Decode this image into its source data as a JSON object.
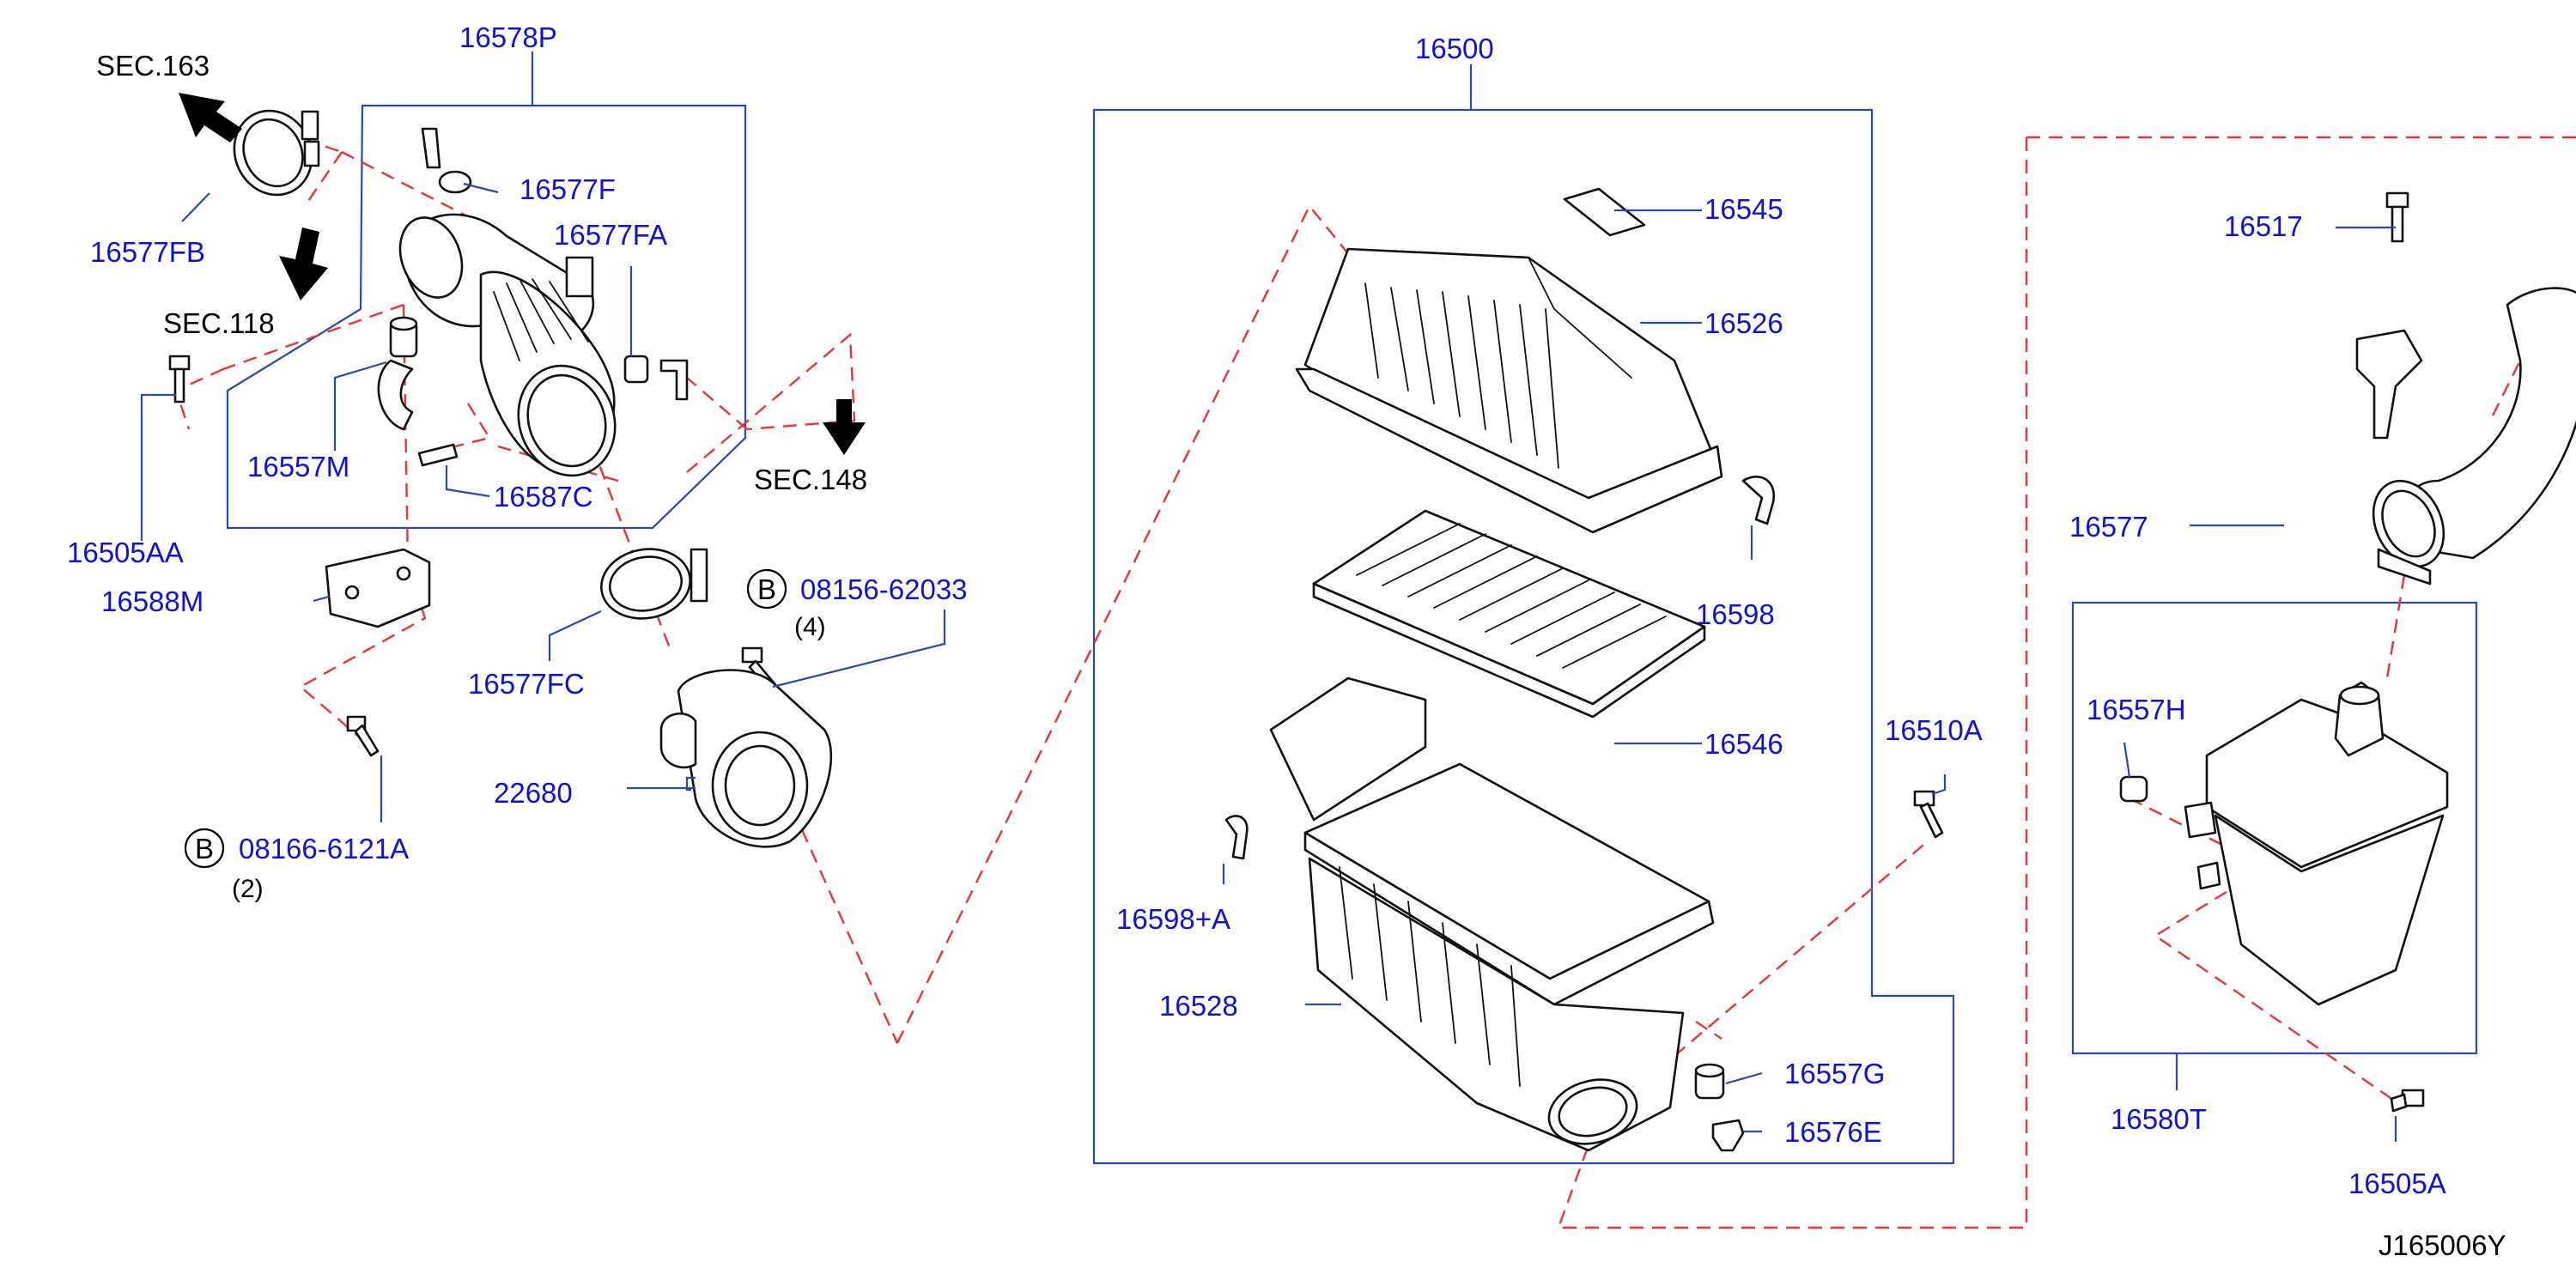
{
  "diagram_code": "J165006Y",
  "sections": {
    "sec163": "SEC.163",
    "sec118": "SEC.118",
    "sec148": "SEC.148"
  },
  "parts": {
    "p16578P": "16578P",
    "p16577F": "16577F",
    "p16577FA": "16577FA",
    "p16577FB": "16577FB",
    "p16557M": "16557M",
    "p16587C": "16587C",
    "p16505AA": "16505AA",
    "p16588M": "16588M",
    "p16577FC": "16577FC",
    "p22680": "22680",
    "p08156": "08156-62033",
    "p08166": "08166-6121A",
    "p16500": "16500",
    "p16545": "16545",
    "p16526": "16526",
    "p16598": "16598",
    "p16546": "16546",
    "p16598A": "16598+A",
    "p16528": "16528",
    "p16510A": "16510A",
    "p16557G": "16557G",
    "p16576E": "16576E",
    "p16517": "16517",
    "p16577": "16577",
    "p16557H": "16557H",
    "p16580T": "16580T",
    "p16505A": "16505A"
  },
  "refs": {
    "b_letter_1": "B",
    "b_letter_2": "B",
    "qty_4": "(4)",
    "qty_2": "(2)"
  },
  "colors": {
    "part_label": "#1010d8",
    "leader_line": "#2a4aa8",
    "dashed_line": "#e8343a",
    "drawing": "#111111"
  }
}
